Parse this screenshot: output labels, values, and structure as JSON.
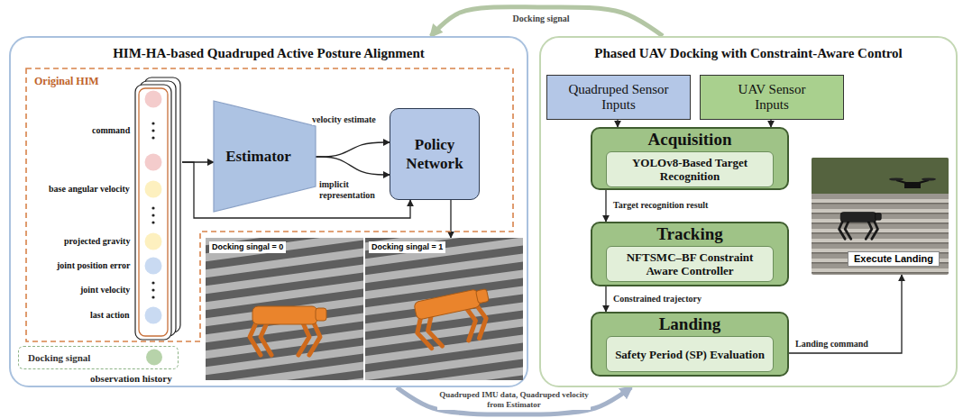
{
  "diagram": {
    "nodes": [
      {
        "text": [
          "HIM-HA-based Quadruped Active Posture Alignment"
        ]
      },
      {
        "text": [
          "Original HIM"
        ],
        "in": 0
      },
      {
        "text": [
          "command",
          "base angular velocity",
          "projected gravity",
          "joint position error",
          "joint velocity",
          "last action"
        ],
        "in": 1
      },
      {
        "text": [
          "Docking signal"
        ],
        "in": 0
      },
      {
        "text": [
          "Estimator"
        ],
        "in": 1
      },
      {
        "text": [
          "Policy Network"
        ],
        "in": 1
      },
      {
        "text": [
          "Docking singal = 0",
          "Docking singal = 1"
        ],
        "in": 0
      },
      {
        "text": [
          "Phased UAV Docking with Constraint-Aware Control"
        ]
      },
      {
        "text": [
          "Quadruped Sensor Inputs"
        ],
        "in": 7
      },
      {
        "text": [
          "UAV Sensor Inputs"
        ],
        "in": 7
      },
      {
        "text": [
          "Acquisition"
        ],
        "in": 7
      },
      {
        "text": [
          "YOLOv8-Based Target Recognition"
        ],
        "in": 10
      },
      {
        "text": [
          "Tracking"
        ],
        "in": 7
      },
      {
        "text": [
          "NFTSMC–BF Constraint Aware Controller"
        ],
        "in": 12
      },
      {
        "text": [
          "Landing"
        ],
        "in": 7
      },
      {
        "text": [
          "Safety Period (SP) Evaluation"
        ],
        "in": 14
      },
      {
        "text": [
          "Execute Landing"
        ],
        "in": 7
      }
    ],
    "edges": [
      {
        "from": 2,
        "to": 4,
        "arrow": "to"
      },
      {
        "from": 2,
        "to": 5,
        "arrow": "to"
      },
      {
        "from": 4,
        "to": 5,
        "label": "velocity estimate",
        "arrow": "to"
      },
      {
        "from": 4,
        "to": 5,
        "label": "implicit representation",
        "arrow": "to"
      },
      {
        "from": 5,
        "to": 6,
        "arrow": "to"
      },
      {
        "from": 8,
        "to": 10,
        "arrow": "to"
      },
      {
        "from": 9,
        "to": 10,
        "arrow": "to"
      },
      {
        "from": 10,
        "to": 12,
        "label": "Target recognition result",
        "arrow": "to"
      },
      {
        "from": 12,
        "to": 14,
        "label": "Constrained trajectory",
        "arrow": "to"
      },
      {
        "from": 14,
        "to": 16,
        "label": "Landing command",
        "arrow": "to"
      },
      {
        "from": 7,
        "to": 0,
        "label": "Docking signal",
        "arrow": "to"
      },
      {
        "from": 0,
        "to": 7,
        "label": "Quadruped IMU data, Quadruped velocity from Estimator",
        "arrow": "to"
      }
    ],
    "labels": [
      "observation history"
    ]
  }
}
